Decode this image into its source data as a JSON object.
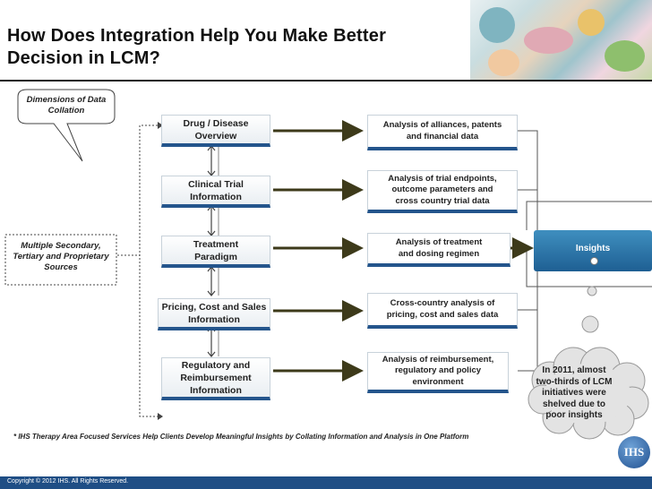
{
  "title": {
    "line1": "How Does Integration Help You Make Better",
    "line2": "Decision in LCM?"
  },
  "dimensions_callout": {
    "line1": "Dimensions of Data",
    "line2": "Collation"
  },
  "sources": {
    "line1": "Multiple Secondary,",
    "line2": "Tertiary and Proprietary",
    "line3": "Sources"
  },
  "middle_boxes": [
    {
      "line1": "Drug / Disease",
      "line2": "Overview",
      "line3": ""
    },
    {
      "line1": "Clinical Trial",
      "line2": "Information",
      "line3": ""
    },
    {
      "line1": "Treatment",
      "line2": "Paradigm",
      "line3": ""
    },
    {
      "line1": "Pricing, Cost and Sales",
      "line2": "Information",
      "line3": ""
    },
    {
      "line1": "Regulatory and",
      "line2": "Reimbursement",
      "line3": "Information"
    }
  ],
  "analysis_boxes": [
    {
      "line1": "Analysis of alliances, patents",
      "line2": "and financial data",
      "line3": ""
    },
    {
      "line1": "Analysis of trial endpoints,",
      "line2": "outcome parameters and",
      "line3": "cross country trial data"
    },
    {
      "line1": "Analysis of treatment",
      "line2": "and dosing regimen",
      "line3": ""
    },
    {
      "line1": "Cross-country analysis of",
      "line2": "pricing, cost and sales data",
      "line3": ""
    },
    {
      "line1": "Analysis of reimbursement,",
      "line2": "regulatory and policy",
      "line3": "environment"
    }
  ],
  "insights_label": "Insights",
  "cloud": {
    "line1": "In 2011, almost",
    "line2": "two-thirds of LCM",
    "line3": "initiatives were",
    "line4": "shelved due to",
    "line5": "poor insights"
  },
  "footnote": "* IHS Therapy Area Focused Services Help Clients Develop Meaningful Insights by Collating Information and Analysis in One Platform",
  "copyright": "Copyright © 2012 IHS. All Rights Reserved.",
  "logo_text": "IHS",
  "colors": {
    "box_border": "#24558c",
    "arrow": "#3d3a1a",
    "insights": "#2a73a8",
    "copyright_bar": "#1f4e85"
  }
}
